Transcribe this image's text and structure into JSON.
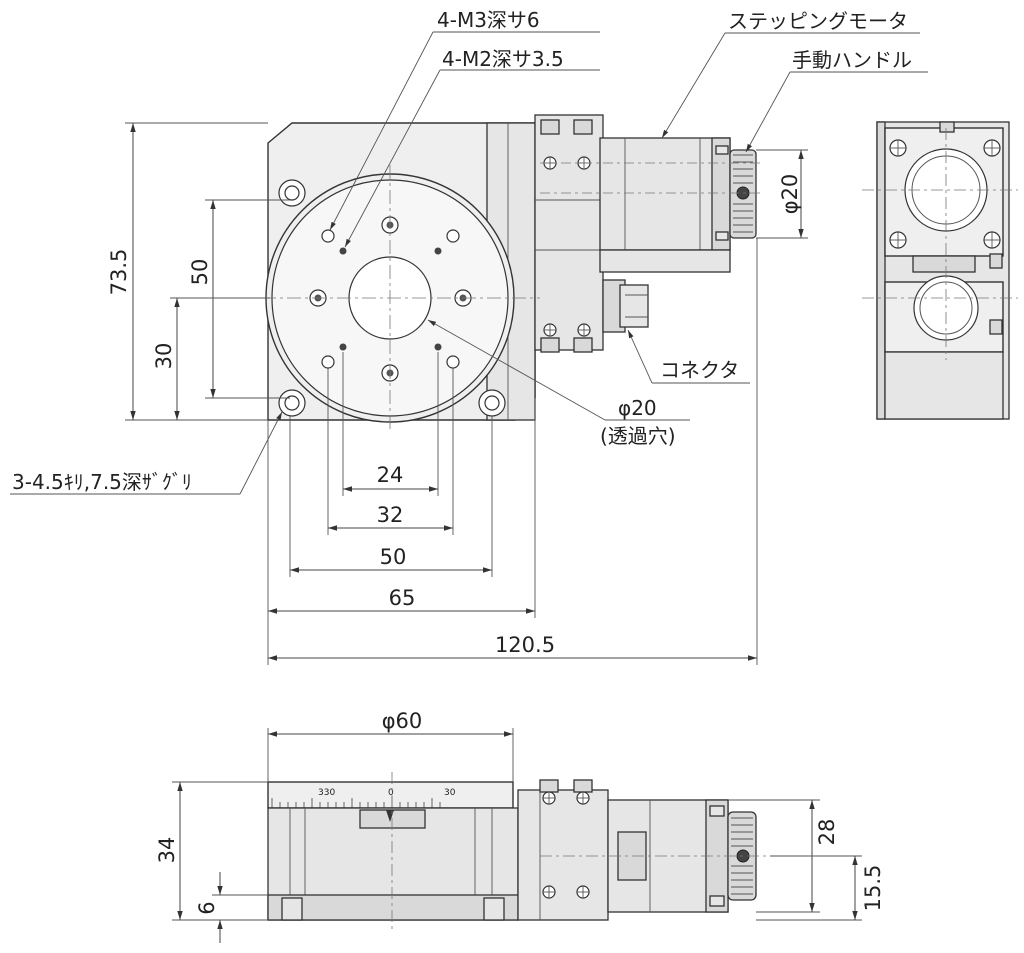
{
  "labels": {
    "tapped_m3": "4-M3深サ6",
    "tapped_m2": "4-M2深サ3.5",
    "stepping_motor": "ステッピングモータ",
    "manual_handle": "手動ハンドル",
    "connector": "コネクタ",
    "thru_hole_dia": "φ20",
    "thru_hole_note": "(透過穴)",
    "mounting_holes": "3-4.5ｷﾘ,7.5深ｻﾞｸﾞﾘ",
    "handle_dia": "φ20",
    "table_dia": "φ60"
  },
  "dimensions": {
    "height_total": "73.5",
    "pitch_50_v": "50",
    "pitch_30_v": "30",
    "w_24": "24",
    "w_32": "32",
    "w_50": "50",
    "w_65": "65",
    "w_total": "120.5",
    "side_height": "34",
    "base_height": "6",
    "motor_height": "28",
    "axis_height": "15.5"
  },
  "scale": {
    "tick_330": "330",
    "tick_0": "0",
    "tick_30": "30"
  }
}
